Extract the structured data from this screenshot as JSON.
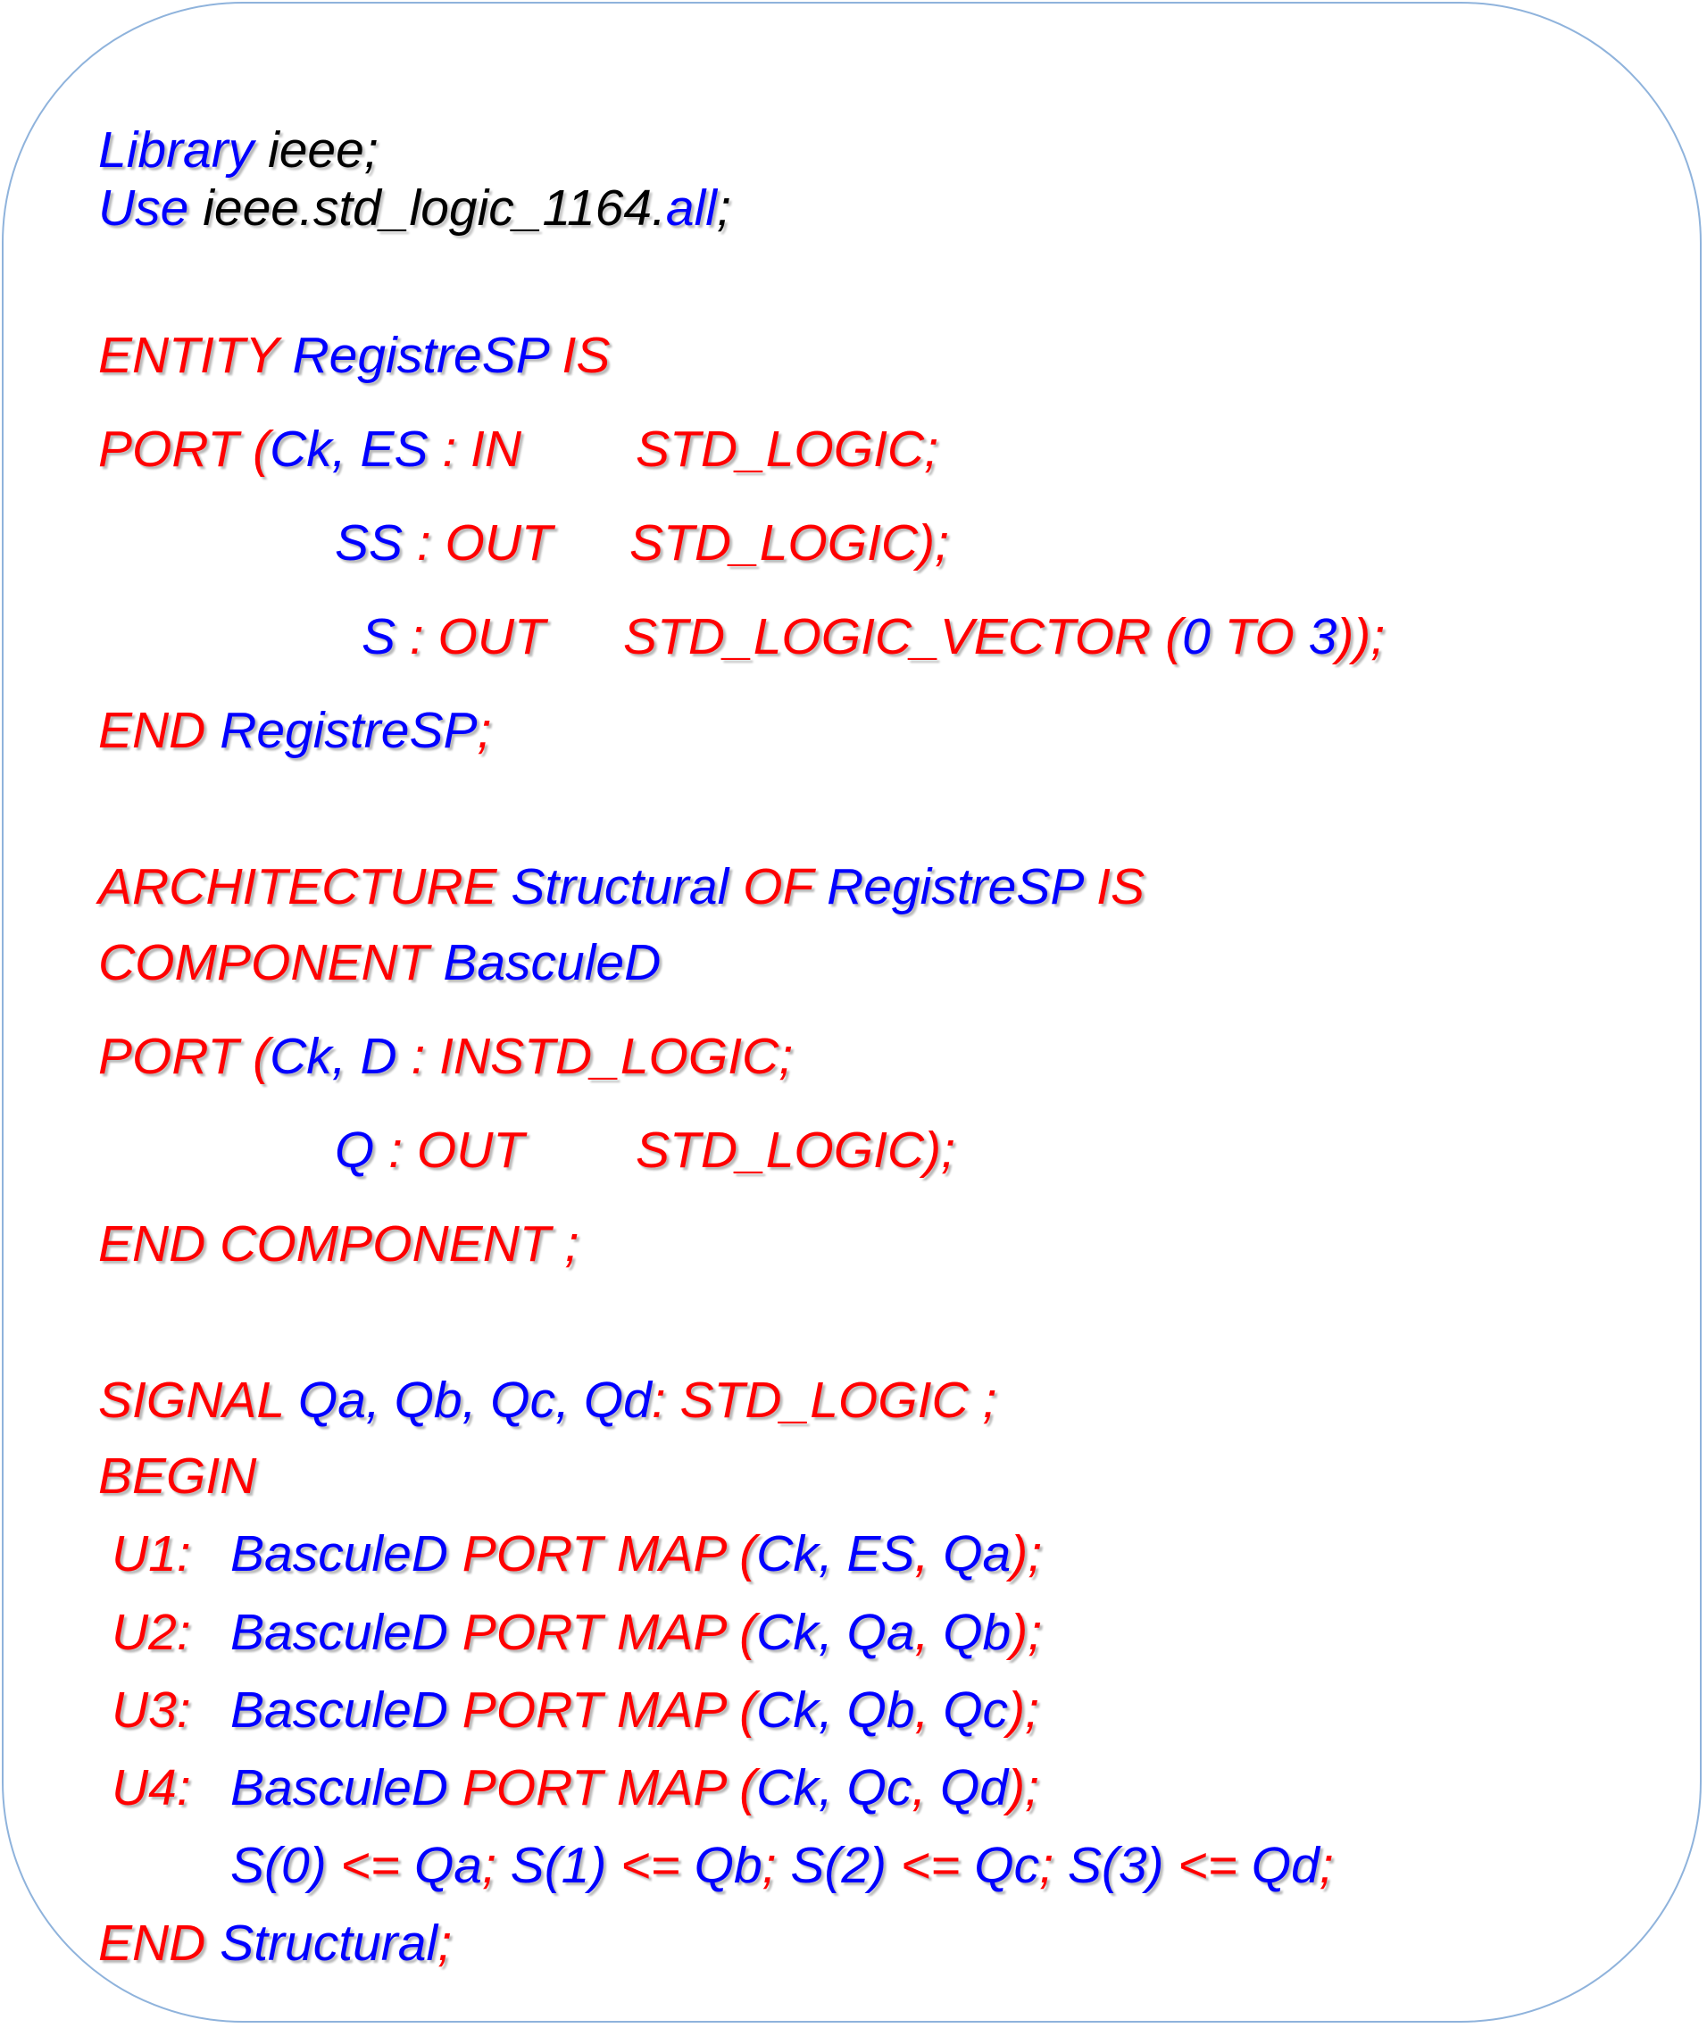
{
  "lines": [
    [
      {
        "t": "Library",
        "c": "b"
      },
      {
        "t": " ieee;",
        "c": "k"
      }
    ],
    [
      {
        "t": "Use",
        "c": "b"
      },
      {
        "t": " ieee.std_logic_1164.",
        "c": "k"
      },
      {
        "t": "all",
        "c": "b"
      },
      {
        "t": ";",
        "c": "k"
      }
    ],
    [
      {
        "t": "ENTITY",
        "c": "r"
      },
      {
        "t": " RegistreSP",
        "c": "b"
      },
      {
        "t": " IS",
        "c": "r"
      }
    ],
    [
      {
        "t": "PORT (",
        "c": "r"
      },
      {
        "t": "Ck, ES",
        "c": "b"
      },
      {
        "t": " : IN",
        "c": "r"
      }
    ],
    [
      {
        "t": "STD_LOGIC;",
        "c": "r"
      }
    ],
    [
      {
        "t": "SS",
        "c": "b"
      },
      {
        "t": " : OUT",
        "c": "r"
      }
    ],
    [
      {
        "t": "STD_LOGIC);",
        "c": "r"
      }
    ],
    [
      {
        "t": "S",
        "c": "b"
      },
      {
        "t": " : OUT",
        "c": "r"
      }
    ],
    [
      {
        "t": "STD_LOGIC_VECTOR (",
        "c": "r"
      },
      {
        "t": "0",
        "c": "b"
      },
      {
        "t": " TO ",
        "c": "r"
      },
      {
        "t": "3",
        "c": "b"
      },
      {
        "t": "));",
        "c": "r"
      }
    ],
    [
      {
        "t": "END",
        "c": "r"
      },
      {
        "t": " RegistreSP",
        "c": "b"
      },
      {
        "t": ";",
        "c": "r"
      }
    ],
    [
      {
        "t": "ARCHITECTURE",
        "c": "r"
      },
      {
        "t": " Structural",
        "c": "b"
      },
      {
        "t": " OF",
        "c": "r"
      },
      {
        "t": " RegistreSP",
        "c": "b"
      },
      {
        "t": " IS",
        "c": "r"
      }
    ],
    [
      {
        "t": "COMPONENT",
        "c": "r"
      },
      {
        "t": " BasculeD",
        "c": "b"
      }
    ],
    [
      {
        "t": "PORT (",
        "c": "r"
      },
      {
        "t": "Ck, D",
        "c": "b"
      },
      {
        "t": " : INSTD_LOGIC;",
        "c": "r"
      }
    ],
    [
      {
        "t": "Q",
        "c": "b"
      },
      {
        "t": " : OUT",
        "c": "r"
      }
    ],
    [
      {
        "t": "STD_LOGIC);",
        "c": "r"
      }
    ],
    [
      {
        "t": "END COMPONENT ;",
        "c": "r"
      }
    ],
    [
      {
        "t": "SIGNAL",
        "c": "r"
      },
      {
        "t": " Qa, Qb, Qc, Qd",
        "c": "b"
      },
      {
        "t": ": STD_LOGIC ;",
        "c": "r"
      }
    ],
    [
      {
        "t": "BEGIN",
        "c": "r"
      }
    ],
    [
      {
        "t": "U1:",
        "c": "r"
      }
    ],
    [
      {
        "t": "BasculeD",
        "c": "b"
      },
      {
        "t": " PORT MAP (",
        "c": "r"
      },
      {
        "t": "Ck, ES",
        "c": "b"
      },
      {
        "t": ", ",
        "c": "r"
      },
      {
        "t": "Qa",
        "c": "b"
      },
      {
        "t": ");",
        "c": "r"
      }
    ],
    [
      {
        "t": "U2:",
        "c": "r"
      }
    ],
    [
      {
        "t": "BasculeD",
        "c": "b"
      },
      {
        "t": " PORT MAP (",
        "c": "r"
      },
      {
        "t": "Ck, Qa",
        "c": "b"
      },
      {
        "t": ", ",
        "c": "r"
      },
      {
        "t": "Qb",
        "c": "b"
      },
      {
        "t": ");",
        "c": "r"
      }
    ],
    [
      {
        "t": "U3:",
        "c": "r"
      }
    ],
    [
      {
        "t": "BasculeD",
        "c": "b"
      },
      {
        "t": " PORT MAP (",
        "c": "r"
      },
      {
        "t": "Ck, Qb",
        "c": "b"
      },
      {
        "t": ", ",
        "c": "r"
      },
      {
        "t": "Qc",
        "c": "b"
      },
      {
        "t": ");",
        "c": "r"
      }
    ],
    [
      {
        "t": "U4:",
        "c": "r"
      }
    ],
    [
      {
        "t": "BasculeD",
        "c": "b"
      },
      {
        "t": " PORT MAP (",
        "c": "r"
      },
      {
        "t": "Ck, Qc",
        "c": "b"
      },
      {
        "t": ", ",
        "c": "r"
      },
      {
        "t": "Qd",
        "c": "b"
      },
      {
        "t": ");",
        "c": "r"
      }
    ],
    [
      {
        "t": "S(0)",
        "c": "b"
      },
      {
        "t": " <= ",
        "c": "r"
      },
      {
        "t": "Qa",
        "c": "b"
      },
      {
        "t": "; ",
        "c": "r"
      },
      {
        "t": "S(1)",
        "c": "b"
      },
      {
        "t": " <= ",
        "c": "r"
      },
      {
        "t": "Qb",
        "c": "b"
      },
      {
        "t": "; ",
        "c": "r"
      },
      {
        "t": "S(2)",
        "c": "b"
      },
      {
        "t": " <= ",
        "c": "r"
      },
      {
        "t": "Qc",
        "c": "b"
      },
      {
        "t": "; ",
        "c": "r"
      },
      {
        "t": "S(3)",
        "c": "b"
      },
      {
        "t": " <= ",
        "c": "r"
      },
      {
        "t": "Qd",
        "c": "b"
      },
      {
        "t": ";",
        "c": "r"
      }
    ],
    [
      {
        "t": "END",
        "c": "r"
      },
      {
        "t": " Structural",
        "c": "b"
      },
      {
        "t": ";",
        "c": "r"
      }
    ]
  ]
}
